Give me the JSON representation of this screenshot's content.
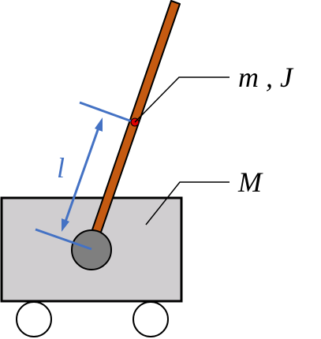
{
  "labels": {
    "pendulum_mass_inertia": "m , J",
    "cart_mass": "M",
    "length": "l"
  },
  "colors": {
    "cart_fill": "#d0ced0",
    "cart_stroke": "#000000",
    "rod_fill": "#c55a11",
    "rod_stroke": "#000000",
    "pivot_fill": "#7f7f7f",
    "com_marker": "#e00000",
    "dimension": "#4472c4",
    "wheel_fill": "#ffffff",
    "leader_line": "#000000"
  },
  "icons": {
    "dimension_arrow": "double-headed-arrow",
    "com_marker": "red-dot"
  }
}
